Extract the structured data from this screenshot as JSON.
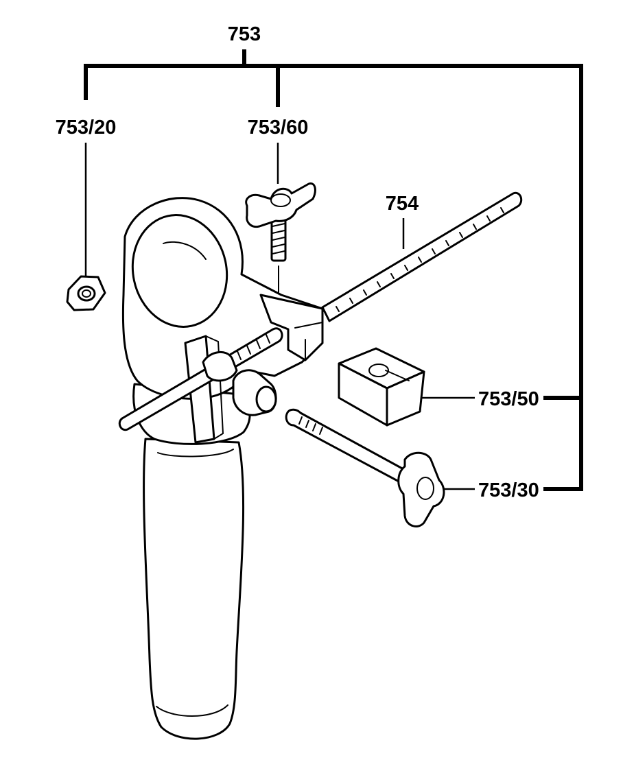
{
  "labels": {
    "assembly": "753",
    "nut": "753/20",
    "wing_screw": "753/60",
    "depth_rod": "754",
    "clamp_block": "753/50",
    "tommy_bolt": "753/30"
  },
  "colors": {
    "ink": "#000000",
    "paper": "#ffffff"
  }
}
